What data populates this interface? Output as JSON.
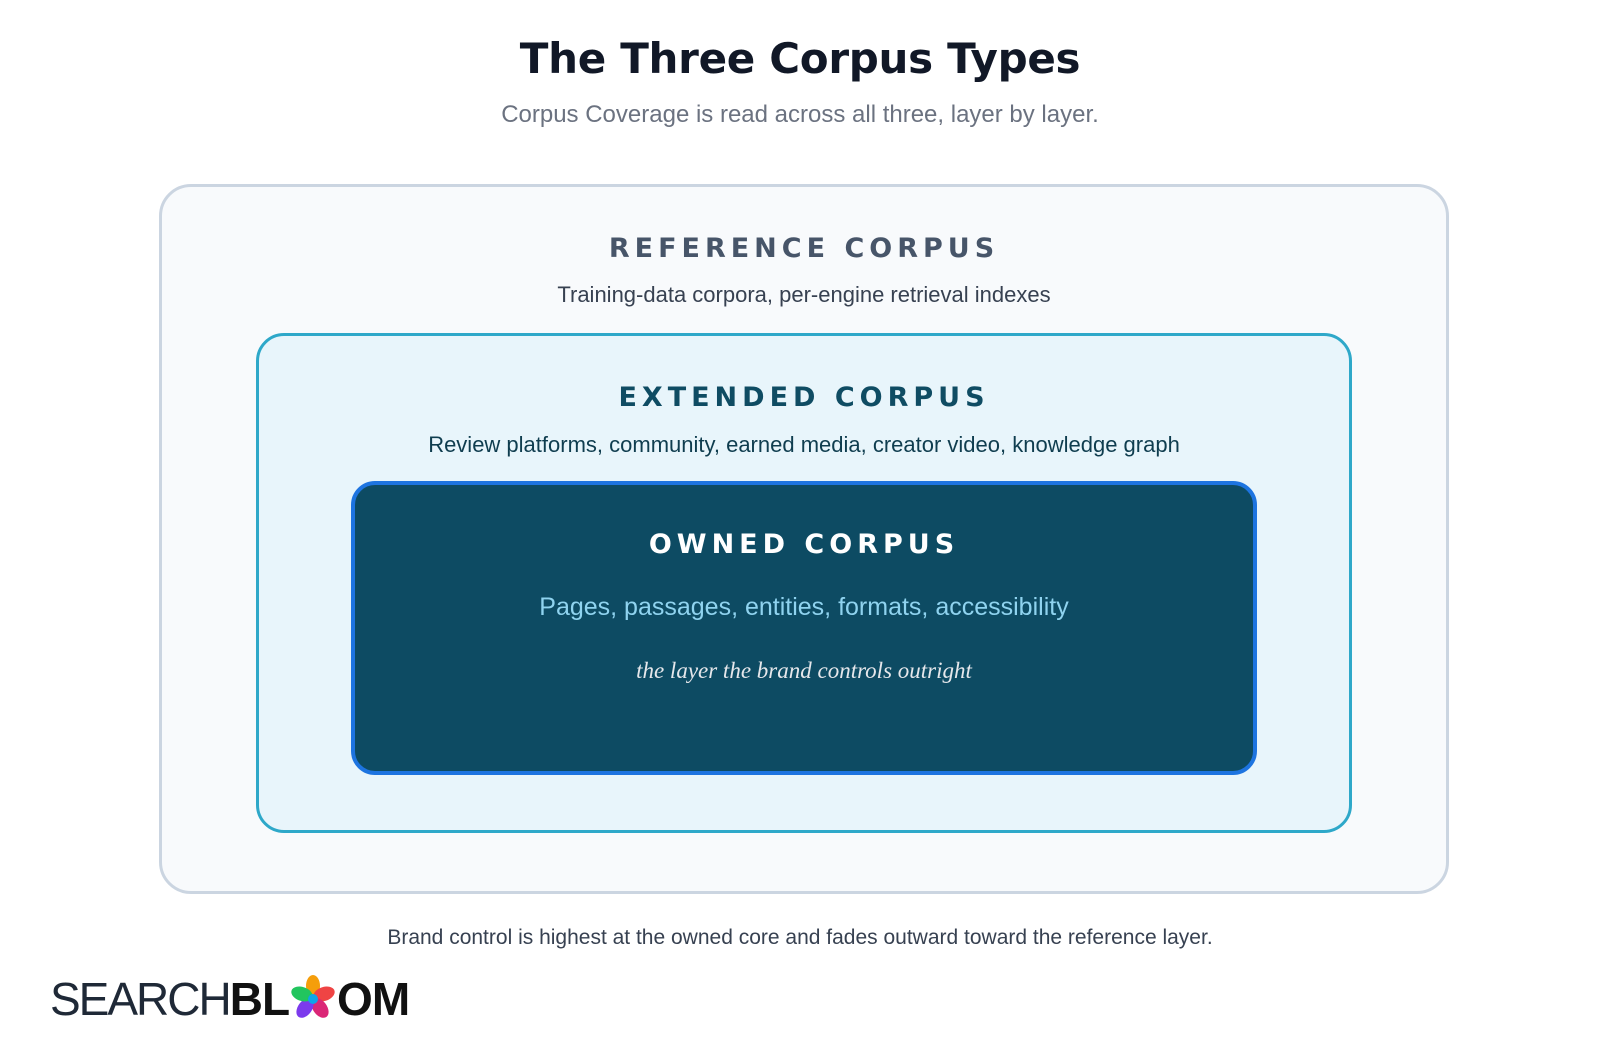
{
  "header": {
    "title": "The Three Corpus Types",
    "subtitle": "Corpus Coverage is read across all three, layer by layer."
  },
  "layers": {
    "reference": {
      "name": "REFERENCE CORPUS",
      "description": "Training-data corpora, per-engine retrieval indexes"
    },
    "extended": {
      "name": "EXTENDED CORPUS",
      "description": "Review platforms, community, earned media, creator video, knowledge graph"
    },
    "owned": {
      "name": "OWNED CORPUS",
      "description": "Pages, passages, entities, formats, accessibility",
      "note": "the layer the brand controls outright"
    }
  },
  "footer": {
    "caption": "Brand control is highest at the owned core and fades outward toward the reference layer."
  },
  "logo": {
    "part1": "SEARCH",
    "part2": "BL",
    "part3": "OM",
    "icon": "flower-icon"
  },
  "colors": {
    "reference_border": "#cbd5e1",
    "extended_border": "#2ea8c9",
    "owned_fill": "#0d4b63",
    "owned_border": "#1d74e0"
  }
}
